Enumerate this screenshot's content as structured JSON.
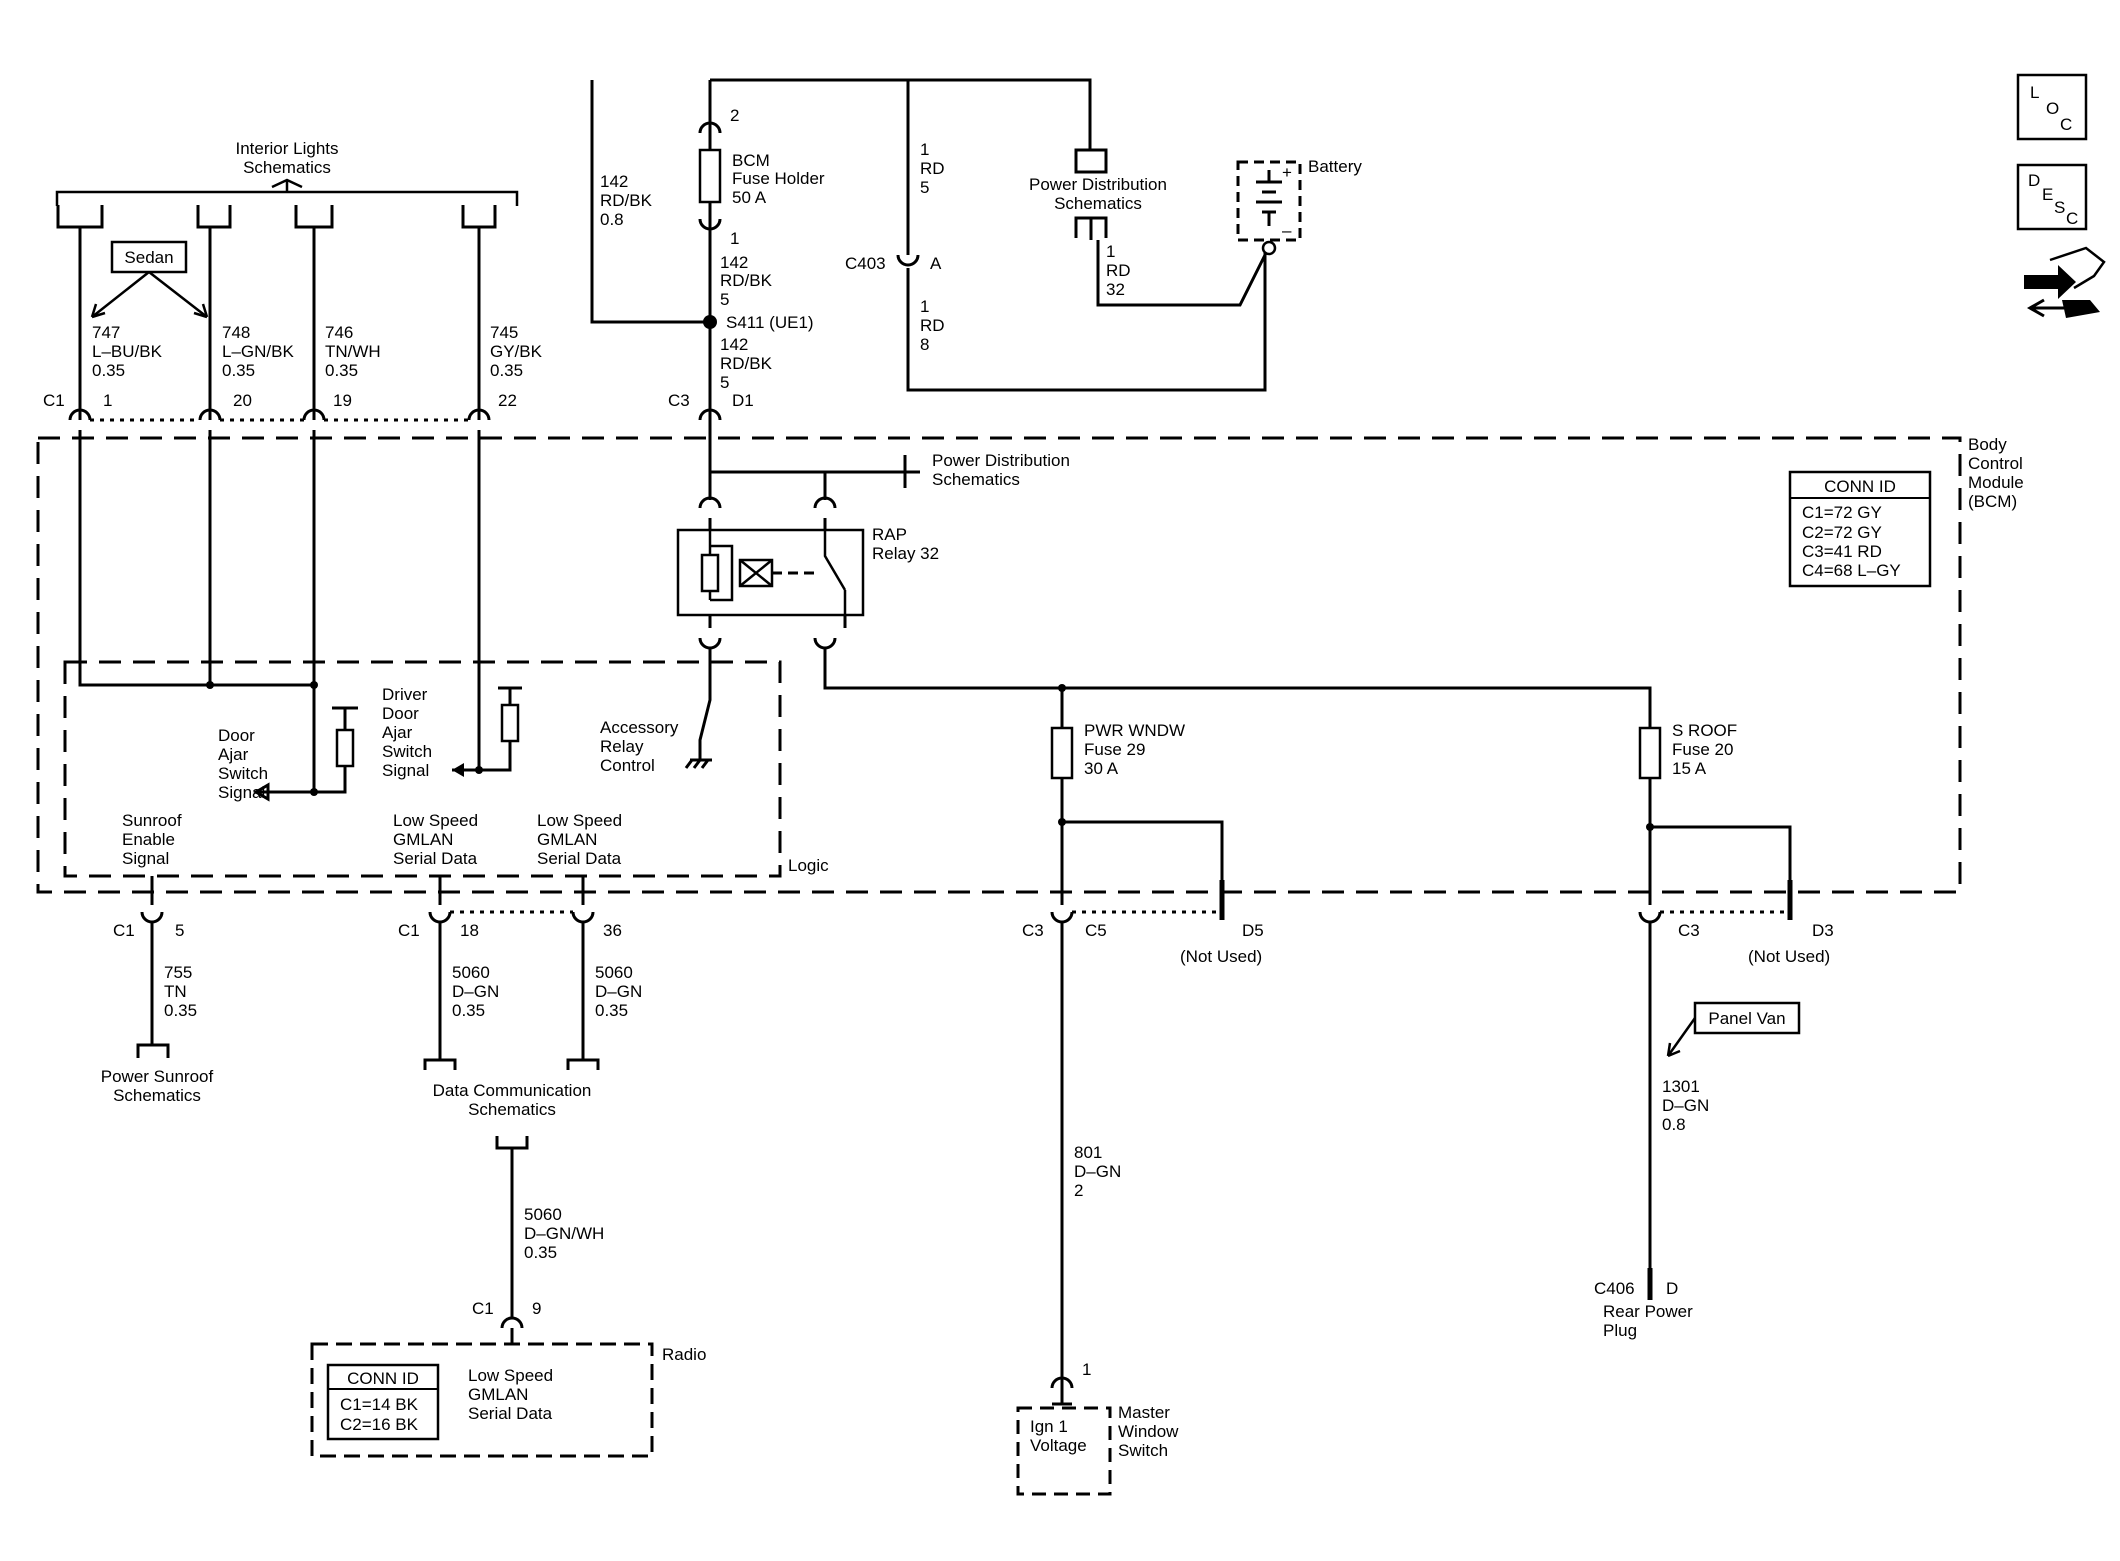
{
  "icons": {
    "loc": {
      "l": "L",
      "o": "O",
      "c": "C"
    },
    "desc": {
      "d": "D",
      "e": "E",
      "s": "S",
      "c": "C"
    }
  },
  "interior": {
    "title1": "Interior Lights",
    "title2": "Schematics",
    "sedan": "Sedan",
    "conn": "C1",
    "wires": [
      {
        "num": "747",
        "color": "L–BU/BK",
        "gauge": "0.35",
        "pin": "1"
      },
      {
        "num": "748",
        "color": "L–GN/BK",
        "gauge": "0.35",
        "pin": "20"
      },
      {
        "num": "746",
        "color": "TN/WH",
        "gauge": "0.35",
        "pin": "19"
      },
      {
        "num": "745",
        "color": "GY/BK",
        "gauge": "0.35",
        "pin": "22"
      }
    ]
  },
  "top": {
    "pin2": "2",
    "fuse": [
      "BCM",
      "Fuse Holder",
      "50 A"
    ],
    "loop_wire": [
      "142",
      "RD/BK",
      "0.8"
    ],
    "pin1": "1",
    "wire_a": [
      "142",
      "RD/BK",
      "5"
    ],
    "splice": "S411 (UE1)",
    "wire_b": [
      "142",
      "RD/BK",
      "5"
    ],
    "c3": "C3",
    "d1": "D1",
    "rd5": [
      "1",
      "RD",
      "5"
    ],
    "c403": "C403",
    "pin_a": "A",
    "rd8": [
      "1",
      "RD",
      "8"
    ],
    "pds": [
      "Power Distribution",
      "Schematics"
    ],
    "rd32": [
      "1",
      "RD",
      "32"
    ],
    "battery": "Battery",
    "plus": "+",
    "minus": "–"
  },
  "bcm": {
    "name": [
      "Body",
      "Control",
      "Module",
      "(BCM)"
    ],
    "pds": [
      "Power Distribution",
      "Schematics"
    ],
    "rap": [
      "RAP",
      "Relay 32"
    ],
    "conn_id": {
      "title": "CONN ID",
      "rows": [
        "C1=72 GY",
        "C2=72 GY",
        "C3=41 RD",
        "C4=68 L–GY"
      ]
    },
    "pwr_fuse": [
      "PWR WNDW",
      "Fuse 29",
      "30 A"
    ],
    "roof_fuse": [
      "S ROOF",
      "Fuse 20",
      "15 A"
    ],
    "logic": "Logic",
    "door_ajar": [
      "Door",
      "Ajar",
      "Switch",
      "Signal"
    ],
    "driver_door": [
      "Driver",
      "Door",
      "Ajar",
      "Switch",
      "Signal"
    ],
    "accessory": [
      "Accessory",
      "Relay",
      "Control"
    ],
    "sunroof": [
      "Sunroof",
      "Enable",
      "Signal"
    ],
    "gmlan1": [
      "Low Speed",
      "GMLAN",
      "Serial Data"
    ],
    "gmlan2": [
      "Low Speed",
      "GMLAN",
      "Serial Data"
    ]
  },
  "bottom": {
    "c1": "C1",
    "pin5": "5",
    "sunroof_wire": [
      "755",
      "TN",
      "0.35"
    ],
    "power_sunroof": [
      "Power Sunroof",
      "Schematics"
    ],
    "pin18": "18",
    "pin36": "36",
    "gmlan_wire1": [
      "5060",
      "D–GN",
      "0.35"
    ],
    "gmlan_wire2": [
      "5060",
      "D–GN",
      "0.35"
    ],
    "data_comm": [
      "Data Communication",
      "Schematics"
    ],
    "radio_wire": [
      "5060",
      "D–GN/WH",
      "0.35"
    ],
    "radio_c1": "C1",
    "radio_pin": "9",
    "radio": "Radio",
    "radio_conn": {
      "title": "CONN ID",
      "rows": [
        "C1=14 BK",
        "C2=16 BK"
      ]
    },
    "radio_data": [
      "Low Speed",
      "GMLAN",
      "Serial Data"
    ],
    "c3a": "C3",
    "c5": "C5",
    "d5": "D5",
    "not_used": "(Not Used)",
    "window_wire": [
      "801",
      "D–GN",
      "2"
    ],
    "pin1": "1",
    "ign": [
      "Ign 1",
      "Voltage"
    ],
    "master": [
      "Master",
      "Window",
      "Switch"
    ],
    "c3b": "C3",
    "d3": "D3",
    "not_used2": "(Not Used)",
    "panel_van": "Panel Van",
    "plug_wire": [
      "1301",
      "D–GN",
      "0.8"
    ],
    "c406": "C406",
    "pin_d": "D",
    "rear_plug": [
      "Rear Power",
      "Plug"
    ]
  }
}
